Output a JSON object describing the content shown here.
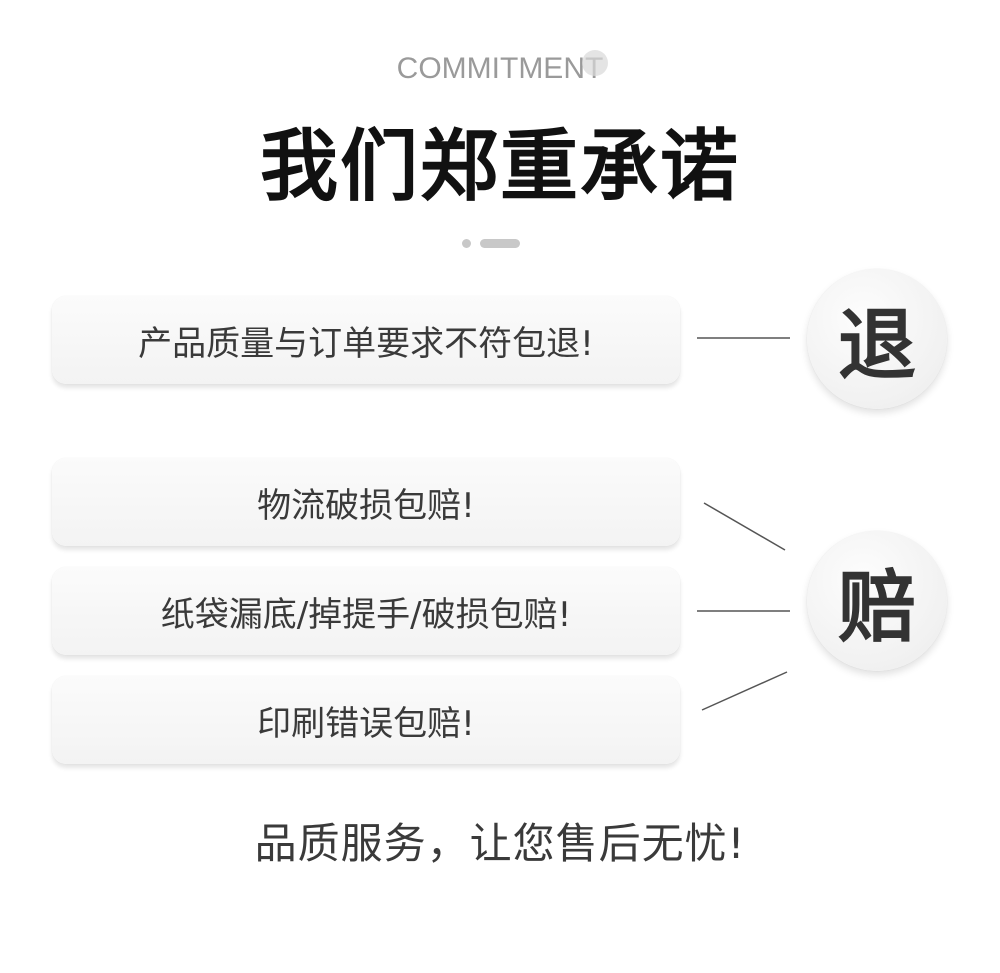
{
  "header": {
    "subtitle": "COMMITMENT",
    "title": "我们郑重承诺"
  },
  "promises": [
    {
      "text": "产品质量与订单要求不符包退!"
    },
    {
      "text": "物流破损包赔!"
    },
    {
      "text": "纸袋漏底/掉提手/破损包赔!"
    },
    {
      "text": "印刷错误包赔!"
    }
  ],
  "badges": {
    "return": "退",
    "compensate": "赔"
  },
  "footer": {
    "text": "品质服务，让您售后无忧!"
  }
}
